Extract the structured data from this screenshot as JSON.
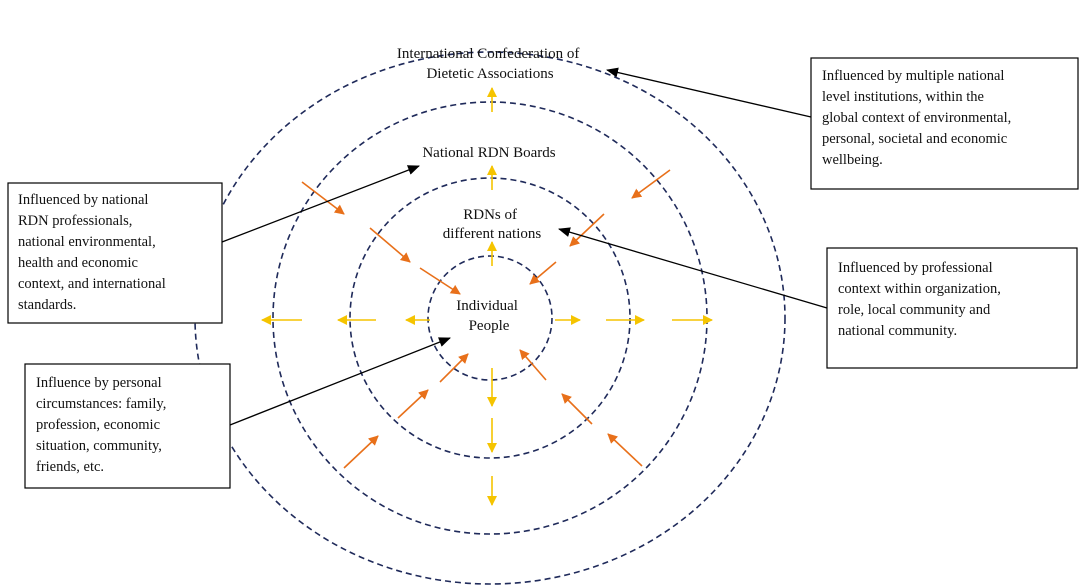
{
  "rings": [
    {
      "title_lines": [
        "Individual",
        "People"
      ]
    },
    {
      "title_lines": [
        "RDNs of",
        "different nations"
      ]
    },
    {
      "title_lines": [
        "National RDN Boards"
      ]
    },
    {
      "title_lines": [
        "International Confederation of",
        "Dietetic Associations"
      ]
    }
  ],
  "callouts": {
    "international": [
      "Influenced by multiple national",
      "level institutions, within the",
      "global context of environmental,",
      "personal, societal and economic",
      "wellbeing."
    ],
    "national": [
      "Influenced by national",
      "RDN professionals,",
      "national environmental,",
      "health and economic",
      "context, and international",
      "standards."
    ],
    "rdn": [
      "Influenced by professional",
      "context within organization,",
      "role, local community and",
      "national community."
    ],
    "individual": [
      "Influence by personal",
      "circumstances: family,",
      "profession, economic",
      "situation, community,",
      "friends, etc."
    ]
  },
  "colors": {
    "ring_stroke": "#1f2a5a",
    "outward_arrow": "#f5c400",
    "inward_arrow": "#e8701a",
    "pointer": "#000000",
    "box_border": "#000000"
  },
  "icons": {
    "outward_arrows": "arrow-outward-icon",
    "inward_arrows": "arrow-inward-icon"
  }
}
